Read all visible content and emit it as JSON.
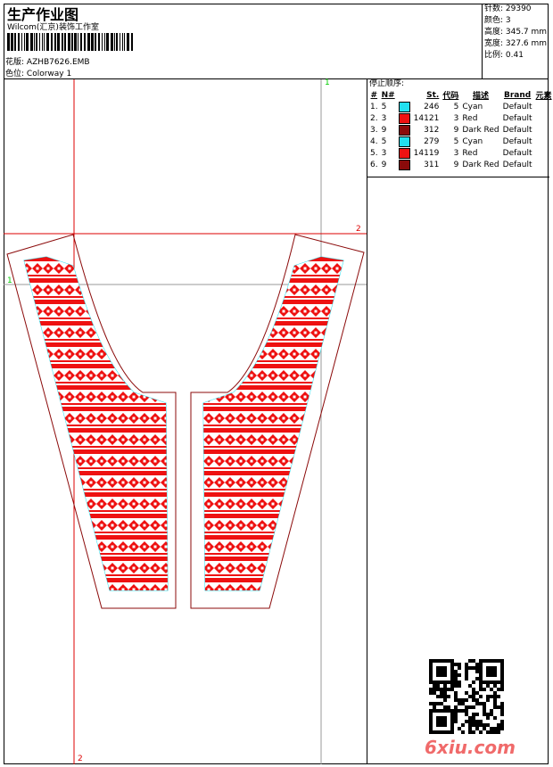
{
  "header": {
    "title": "生产作业图",
    "company": "Wilcom(汇京)装饰工作室",
    "design_label": "花版:",
    "design_value": "AZHB7626.EMB",
    "colorway_label": "色位:",
    "colorway_value": "Colorway 1"
  },
  "info": {
    "stitches": "针数: 29390",
    "colors": "颜色: 3",
    "height": "高度: 345.7 mm",
    "width": "宽度: 327.6 mm",
    "scale": "比例: 0.41"
  },
  "stop_sequence": {
    "title": "停止顺序:",
    "headers": {
      "num": "#",
      "needle": "N#",
      "st": "St.",
      "code": "代码",
      "desc": "描述",
      "brand": "Brand",
      "element": "元素"
    },
    "rows": [
      {
        "num": "1.",
        "needle": "5",
        "color": "#22e0f0",
        "st": "246",
        "code": "5",
        "desc": "Cyan",
        "brand": "Default"
      },
      {
        "num": "2.",
        "needle": "3",
        "color": "#ee1111",
        "st": "14121",
        "code": "3",
        "desc": "Red",
        "brand": "Default"
      },
      {
        "num": "3.",
        "needle": "9",
        "color": "#8b0a0a",
        "st": "312",
        "code": "9",
        "desc": "Dark Red",
        "brand": "Default"
      },
      {
        "num": "4.",
        "needle": "5",
        "color": "#22e0f0",
        "st": "279",
        "code": "5",
        "desc": "Cyan",
        "brand": "Default"
      },
      {
        "num": "5.",
        "needle": "3",
        "color": "#ee1111",
        "st": "14119",
        "code": "3",
        "desc": "Red",
        "brand": "Default"
      },
      {
        "num": "6.",
        "needle": "9",
        "color": "#8b0a0a",
        "st": "311",
        "code": "9",
        "desc": "Dark Red",
        "brand": "Default"
      }
    ]
  },
  "guides": {
    "v1": "1",
    "h2": "2",
    "h1": "1",
    "v2": "2"
  },
  "watermark": "6xiu.com"
}
